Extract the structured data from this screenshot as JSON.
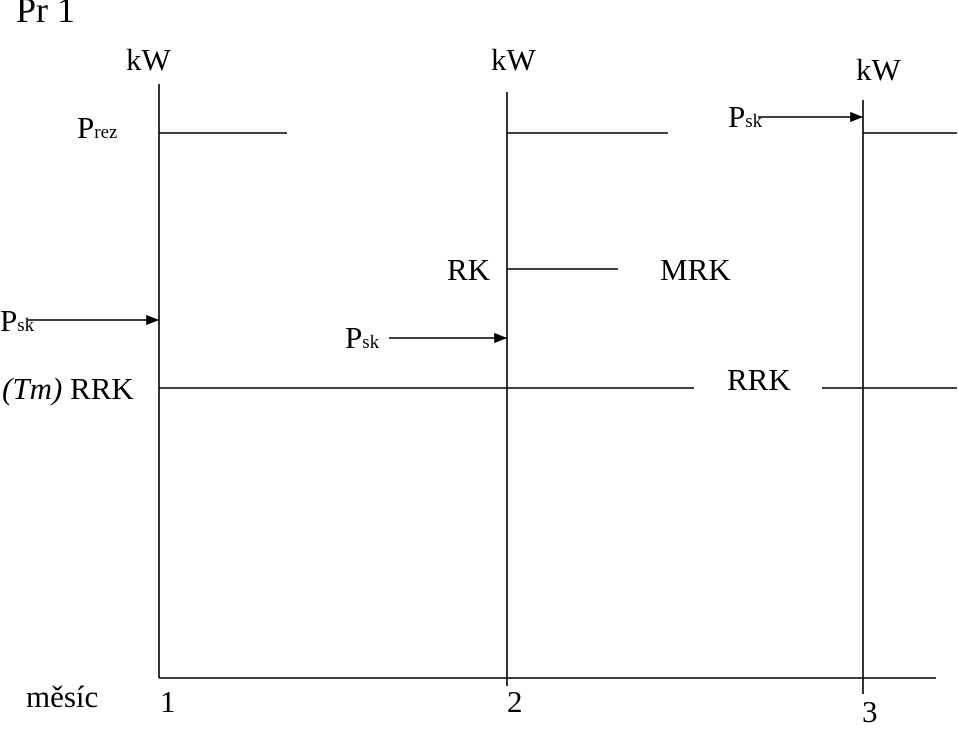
{
  "title": "Pr 1",
  "x_axis_label": "měsíc",
  "panels": [
    {
      "axis_unit": "kW",
      "tick": "1",
      "labels": {
        "prez_main": "P",
        "prez_sub": "rez",
        "psk_main": "P",
        "psk_sub": "sk",
        "tm": "(Tm)",
        "rrk": "RRK"
      }
    },
    {
      "axis_unit": "kW",
      "tick": "2",
      "labels": {
        "rk": "RK",
        "mrk": "MRK",
        "psk_main": "P",
        "psk_sub": "sk"
      }
    },
    {
      "axis_unit": "kW",
      "tick": "3",
      "labels": {
        "psk_main": "P",
        "psk_sub": "sk",
        "rrk": "RRK"
      }
    }
  ],
  "colors": {
    "line": "#000000",
    "background": "#ffffff"
  }
}
